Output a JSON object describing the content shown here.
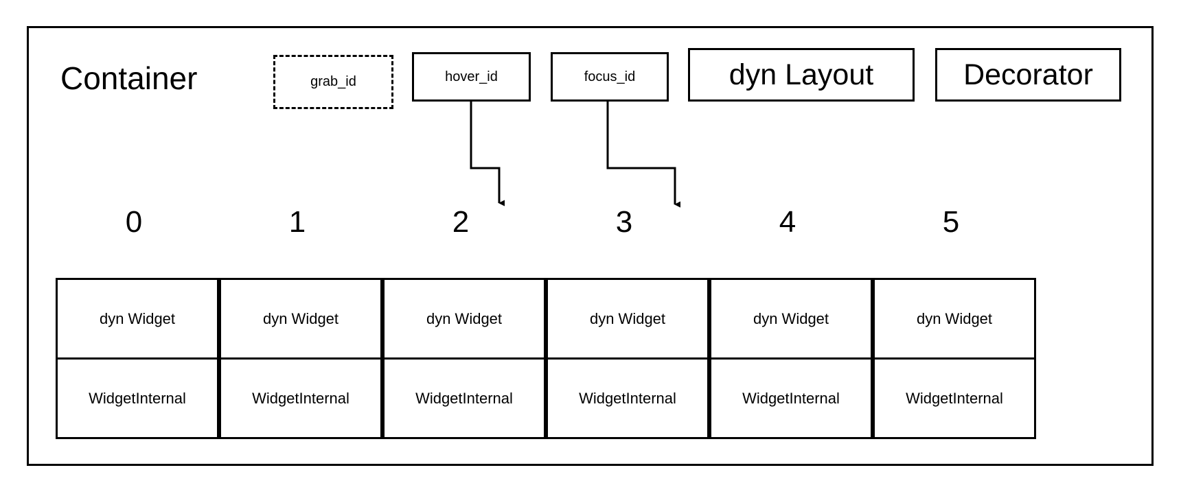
{
  "diagram": {
    "title": "Container",
    "top_boxes": [
      {
        "label": "grab_id",
        "style": "dashed"
      },
      {
        "label": "hover_id",
        "style": "solid"
      },
      {
        "label": "focus_id",
        "style": "solid"
      },
      {
        "label": "dyn Layout",
        "style": "solid"
      },
      {
        "label": "Decorator",
        "style": "solid"
      }
    ],
    "indices": [
      "0",
      "1",
      "2",
      "3",
      "4",
      "5"
    ],
    "widgets": [
      {
        "type": "dyn Widget",
        "internal": "WidgetInternal"
      },
      {
        "type": "dyn Widget",
        "internal": "WidgetInternal"
      },
      {
        "type": "dyn Widget",
        "internal": "WidgetInternal"
      },
      {
        "type": "dyn Widget",
        "internal": "WidgetInternal"
      },
      {
        "type": "dyn Widget",
        "internal": "WidgetInternal"
      },
      {
        "type": "dyn Widget",
        "internal": "WidgetInternal"
      }
    ],
    "arrows": [
      {
        "from": "hover_id",
        "to_index": "2"
      },
      {
        "from": "focus_id",
        "to_index": "3"
      }
    ],
    "colors": {
      "stroke": "#000000",
      "background": "#ffffff",
      "text": "#000000"
    }
  }
}
